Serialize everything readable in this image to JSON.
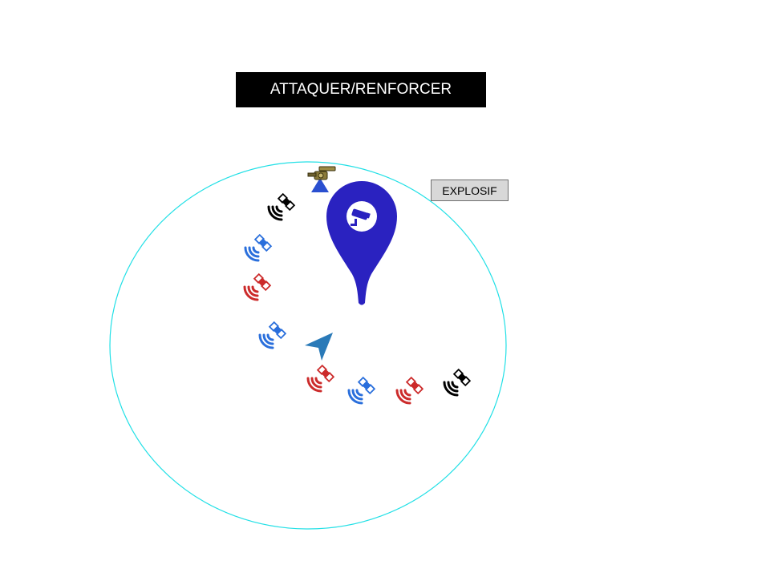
{
  "actions": {
    "attack_label": "ATTAQUER/RENFORCER",
    "explosive_label": "EXPLOSIF"
  },
  "map": {
    "range_color": "#22e0e6",
    "pin_color": "#2a22c0",
    "pin_icon": "security-camera-icon",
    "player_arrow_color": "#2a7ab8",
    "player_icon": "navigation-arrow-icon",
    "turret_icon": "turret-icon",
    "satellites": [
      {
        "icon": "satellite-dish-icon",
        "team": "neutral",
        "color": "#000000"
      },
      {
        "icon": "satellite-dish-icon",
        "team": "blue",
        "color": "#2a6fdc"
      },
      {
        "icon": "satellite-dish-icon",
        "team": "red",
        "color": "#cc2b2b"
      },
      {
        "icon": "satellite-dish-icon",
        "team": "blue",
        "color": "#2a6fdc"
      },
      {
        "icon": "satellite-dish-icon",
        "team": "red",
        "color": "#cc2b2b"
      },
      {
        "icon": "satellite-dish-icon",
        "team": "blue",
        "color": "#2a6fdc"
      },
      {
        "icon": "satellite-dish-icon",
        "team": "red",
        "color": "#cc2b2b"
      },
      {
        "icon": "satellite-dish-icon",
        "team": "neutral",
        "color": "#000000"
      }
    ]
  }
}
